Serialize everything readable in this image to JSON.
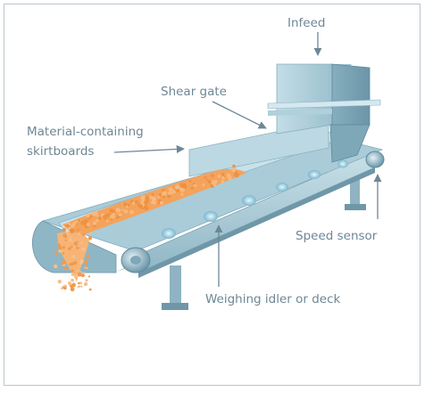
{
  "labels": {
    "infeed": "Infeed",
    "shear_gate": "Shear gate",
    "skirtboards_line1": "Material-containing",
    "skirtboards_line2": "skirtboards",
    "speed_sensor": "Speed sensor",
    "weighing_idler": "Weighing idler or deck"
  },
  "colors": {
    "label_text": "#6e8796",
    "arrow": "#6e8796",
    "steel_light": "#b9d6e0",
    "steel_mid": "#8cb4c4",
    "steel_dark": "#5f8a9c",
    "belt_top": "#a9ccd8",
    "material": "#f4a35c",
    "frame_border": "#b9c4cc"
  }
}
